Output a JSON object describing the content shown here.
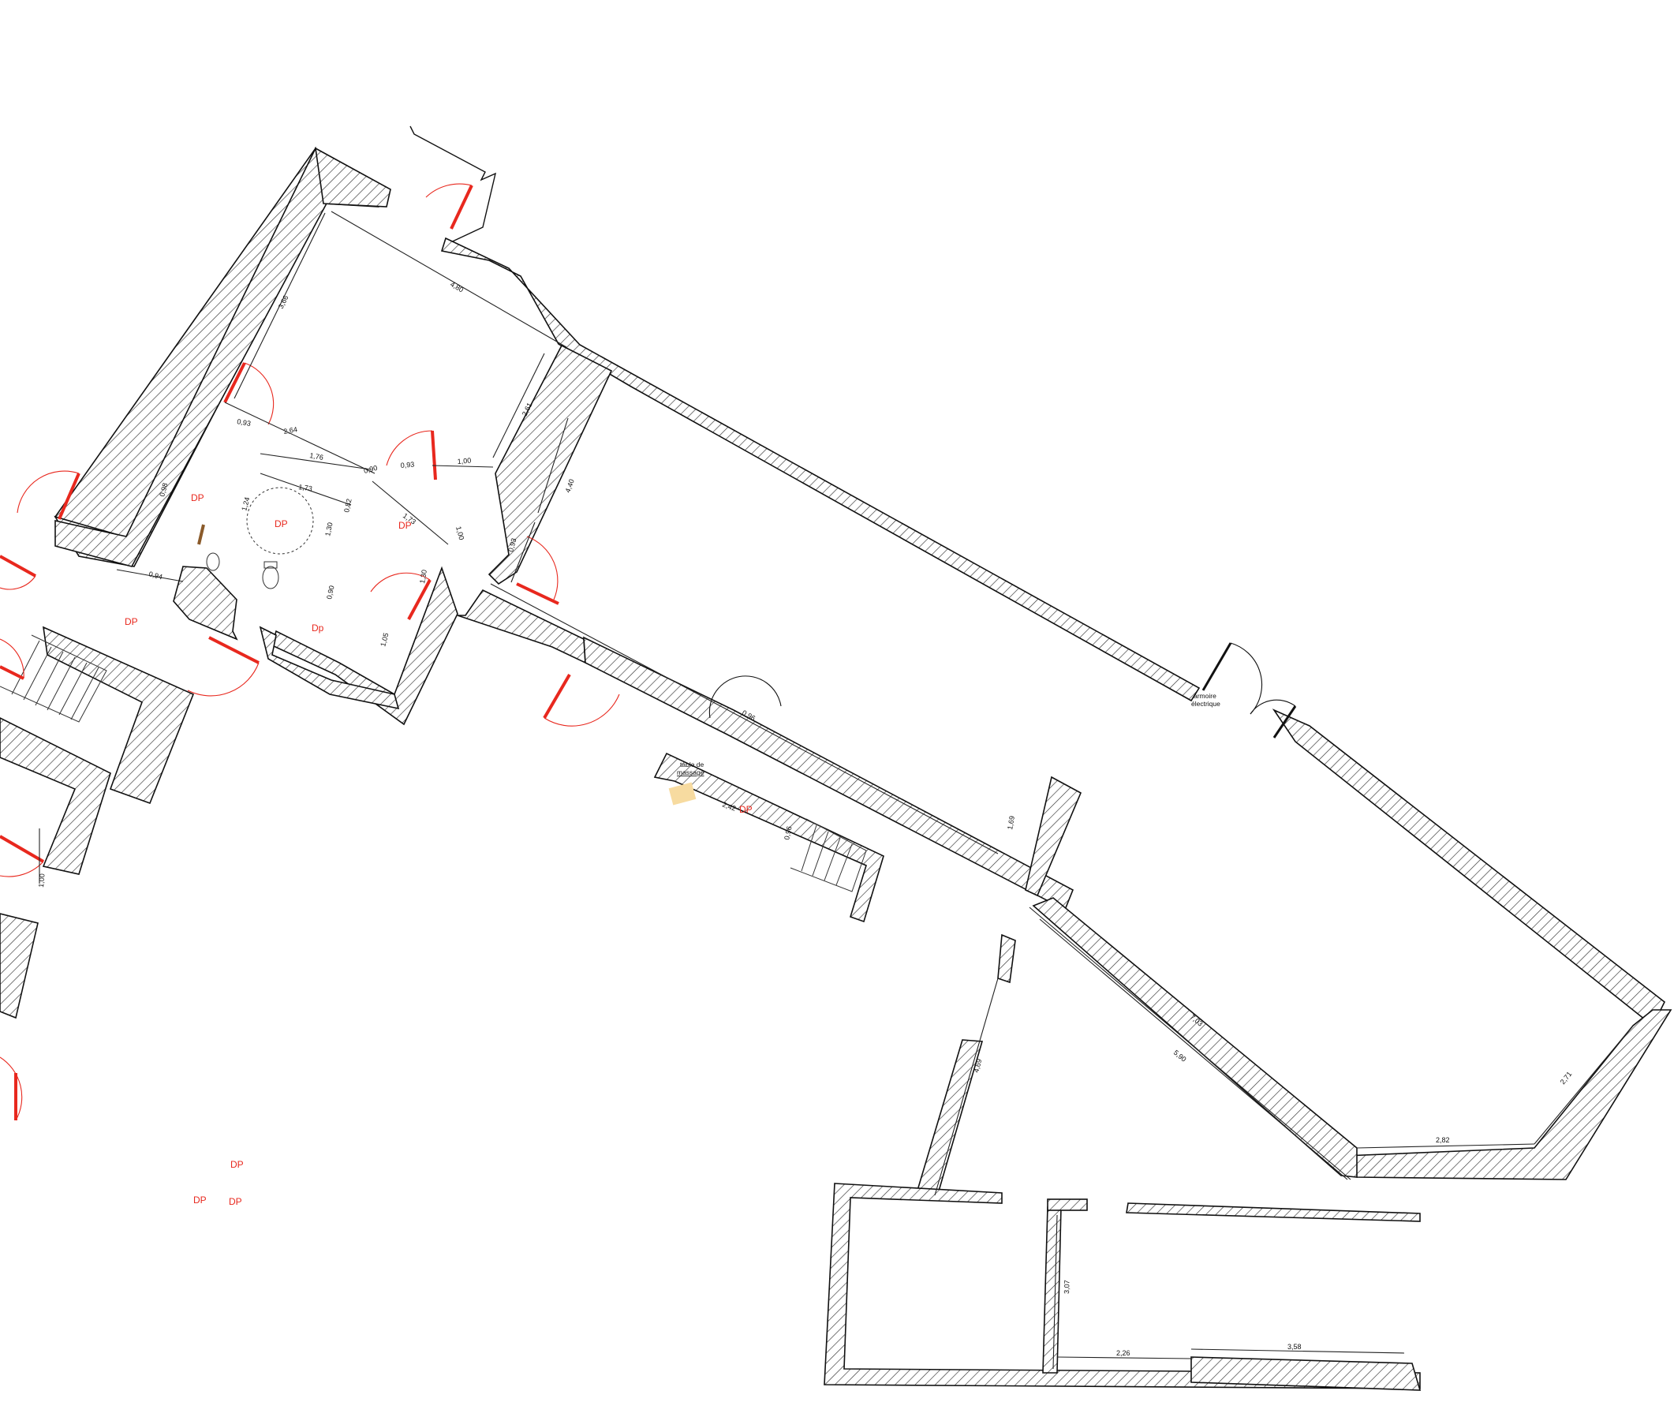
{
  "diagram": {
    "type": "architectural-floor-plan",
    "colors": {
      "wall": "#111111",
      "door": "#e8281e",
      "dp_label": "#e8281e",
      "table_highlight": "#f7dba0",
      "hatch": "#333333"
    },
    "dimensions": {
      "d_480": "4,80",
      "d_366": "3,66",
      "d_261": "2,61",
      "d_093a": "0,93",
      "d_264": "2,64",
      "d_176": "1,76",
      "d_093b": "0,93",
      "d_100a": "1,00",
      "d_090": "0,90",
      "d_173": "1,73",
      "d_173b": "1,73",
      "d_124": "1,24",
      "d_130": "1,30",
      "d_082": "0,82",
      "d_090b": "0,90",
      "d_098": "0,98",
      "d_094": "0,94",
      "d_100b": "1,00",
      "d_130b": "1,30",
      "d_440": "4,40",
      "d_093c": "0,93",
      "d_105": "1,05",
      "d_096": "0,96",
      "d_242": "2,42",
      "d_096b": "0,96",
      "d_169": "1,69",
      "d_100c": "1,00",
      "d_703": "7,03",
      "d_590": "5,90",
      "d_282": "2,82",
      "d_271": "2,71",
      "d_469": "4,69",
      "d_307": "3,07",
      "d_226": "2,26",
      "d_358": "3,58"
    },
    "labels": {
      "dp_1": "DP",
      "dp_2": "DP",
      "dp_3": "DP",
      "dp_4": "Dp",
      "dp_5": "DP",
      "dp_6": "DP",
      "dp_7": "DP",
      "dp_8": "DP",
      "dp_9": "DP",
      "armoire": "armoire",
      "electrique": "électrique",
      "table_1": "table de",
      "table_2": "massage"
    }
  }
}
